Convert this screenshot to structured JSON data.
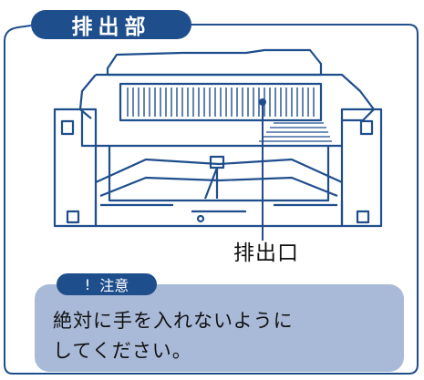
{
  "title": "排出部",
  "callout_label": "排出口",
  "caution": {
    "icon": "!",
    "label": "注意",
    "text_line1": "絶対に手を入れないように",
    "text_line2": "してください。"
  },
  "colors": {
    "accent": "#1f4e8c",
    "caution_box": "#a9bad8",
    "line": "#1f4e8c"
  }
}
